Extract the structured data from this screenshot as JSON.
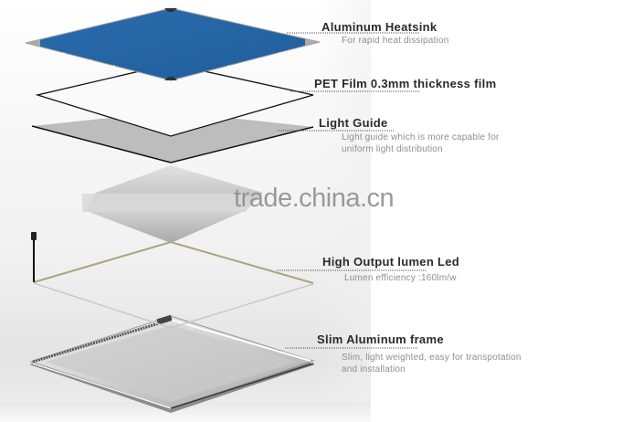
{
  "diagram": {
    "type": "exploded-layer-diagram",
    "subject": "LED panel light layers",
    "layers": [
      {
        "title": "Aluminum Heatsink",
        "description": [
          "For rapid heat dissipation"
        ],
        "color": "#2566a6"
      },
      {
        "title": "PET Film  0.3mm thickness film",
        "description": [],
        "color": "#fafafa"
      },
      {
        "title": "Light Guide",
        "description": [
          "Light guide which is more capable for",
          "uniform light distribution"
        ],
        "color": "#bdbdbd"
      },
      {
        "title": "",
        "description": [],
        "color": "#c8c8c8"
      },
      {
        "title": "High Output lumen Led",
        "description": [
          "Lumen efficiency :160lm/w"
        ],
        "color": "#a8a67a"
      },
      {
        "title": "Slim Aluminum frame",
        "description": [
          "Slim, light weighted, easy for transpotation",
          "and installation"
        ],
        "color": "#b0b0b0"
      }
    ]
  },
  "watermark": "trade.china.cn"
}
